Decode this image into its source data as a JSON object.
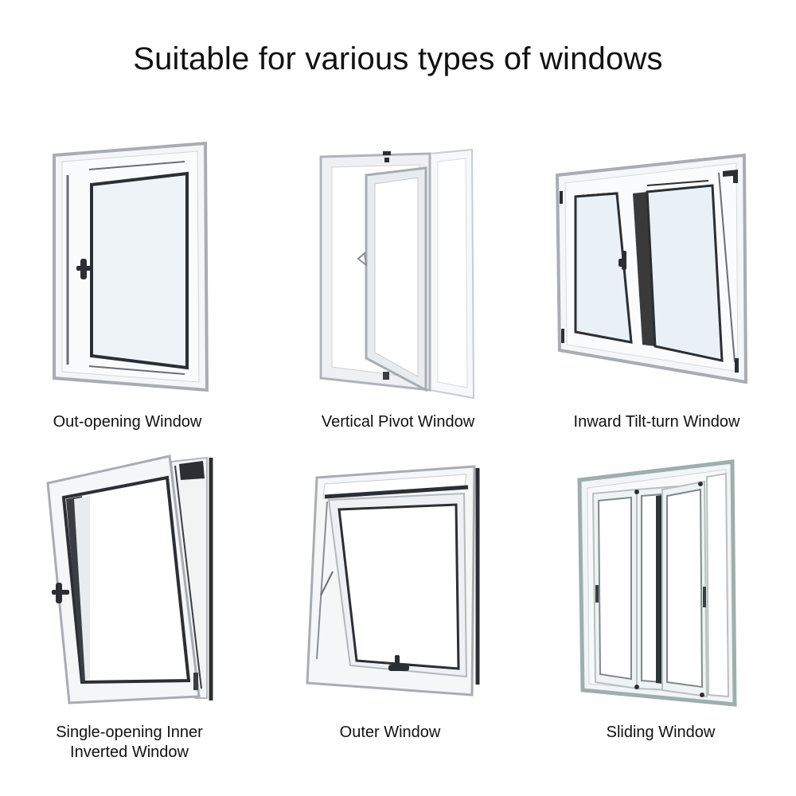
{
  "title": "Suitable for various types of windows",
  "windows": [
    {
      "label": "Out-opening Window",
      "icon": "out-opening-window-icon"
    },
    {
      "label": "Vertical Pivot Window",
      "icon": "vertical-pivot-window-icon"
    },
    {
      "label": "Inward Tilt-turn Window",
      "icon": "inward-tilt-turn-window-icon"
    },
    {
      "label_line1": "Single-opening Inner",
      "label_line2": "Inverted Window",
      "icon": "single-opening-inner-inverted-window-icon"
    },
    {
      "label": "Outer Window",
      "icon": "outer-window-icon"
    },
    {
      "label": "Sliding Window",
      "icon": "sliding-window-icon"
    }
  ],
  "colors": {
    "background": "#ffffff",
    "frame": "#f4f6f8",
    "frame_edge": "#a9adb2",
    "glass": "#eef3f7",
    "seal": "#2b2f33",
    "text": "#111111"
  }
}
